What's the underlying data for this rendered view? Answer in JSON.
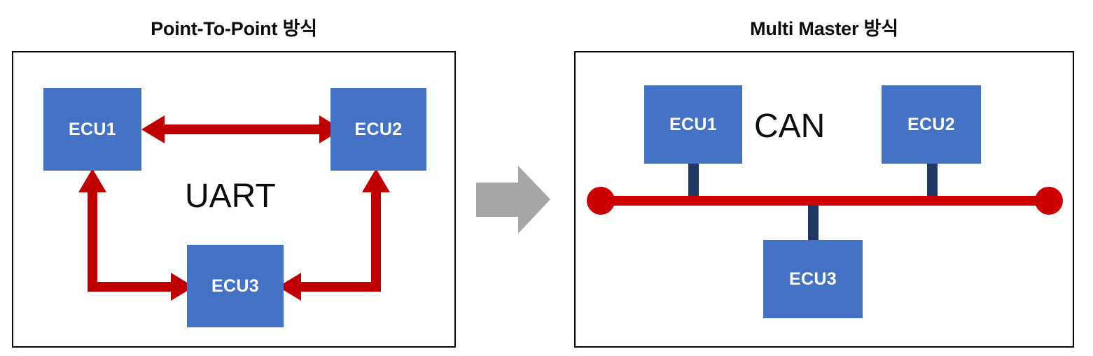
{
  "diagram": {
    "title_left": "Point-To-Point 방식",
    "title_right": "Multi Master 방식",
    "transition_icon": "right-block-arrow-icon"
  },
  "palette": {
    "ecu_fill": "#4472C4",
    "ecu_text": "#FFFFFF",
    "arrow_red": "#C00000",
    "bus_red": "#CC0000",
    "stub_navy": "#1F3864",
    "transition_gray": "#A6A6A6",
    "panel_border": "#0A0A0A",
    "title_text": "#0D0D0D",
    "background": "#FFFFFF"
  },
  "panel_p2p": {
    "name": "point-to-point-panel",
    "protocol_label": "UART",
    "nodes": [
      {
        "id": "ecu1",
        "label": "ECU1"
      },
      {
        "id": "ecu2",
        "label": "ECU2"
      },
      {
        "id": "ecu3",
        "label": "ECU3"
      }
    ],
    "connections": [
      {
        "from": "ECU1",
        "to": "ECU2",
        "style": "double-headed-arrow",
        "path": "horizontal"
      },
      {
        "from": "ECU3",
        "to": "ECU1",
        "style": "double-headed-arrow",
        "path": "L-shaped-left"
      },
      {
        "from": "ECU3",
        "to": "ECU2",
        "style": "double-headed-arrow",
        "path": "L-shaped-right"
      }
    ]
  },
  "panel_multi": {
    "name": "multi-master-panel",
    "protocol_label": "CAN",
    "nodes": [
      {
        "id": "ecu1",
        "label": "ECU1",
        "attach": "above-bus"
      },
      {
        "id": "ecu2",
        "label": "ECU2",
        "attach": "above-bus"
      },
      {
        "id": "ecu3",
        "label": "ECU3",
        "attach": "below-bus"
      }
    ],
    "bus": {
      "name": "can-bus-line",
      "terminators": [
        "left-terminator",
        "right-terminator"
      ],
      "stubs": 3
    }
  }
}
